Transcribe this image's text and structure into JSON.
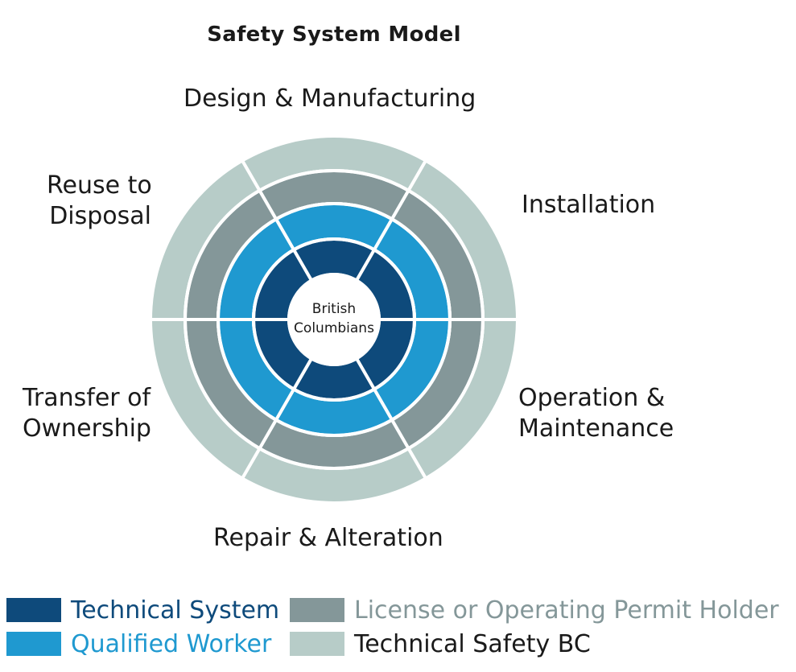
{
  "title": "Safety System Model",
  "center": {
    "line1": "British",
    "line2": "Columbians"
  },
  "lifecycle": {
    "design": "Design & Manufacturing",
    "installation": "Installation",
    "operation_line1": "Operation &",
    "operation_line2": "Maintenance",
    "repair": "Repair & Alteration",
    "transfer_line1": "Transfer of",
    "transfer_line2": "Ownership",
    "reuse_line1": "Reuse to",
    "reuse_line2": "Disposal"
  },
  "legend": [
    {
      "label": "Technical System",
      "color": "#0e4a7b",
      "text_color": "#0e4a7b"
    },
    {
      "label": "Qualified Worker",
      "color": "#1f99d0",
      "text_color": "#1f99d0"
    },
    {
      "label": "License or Operating Permit Holder",
      "color": "#849799",
      "text_color": "#849799"
    },
    {
      "label": "Technical Safety BC",
      "color": "#b7ccc8",
      "text_color": "#1a1a1a"
    }
  ]
}
